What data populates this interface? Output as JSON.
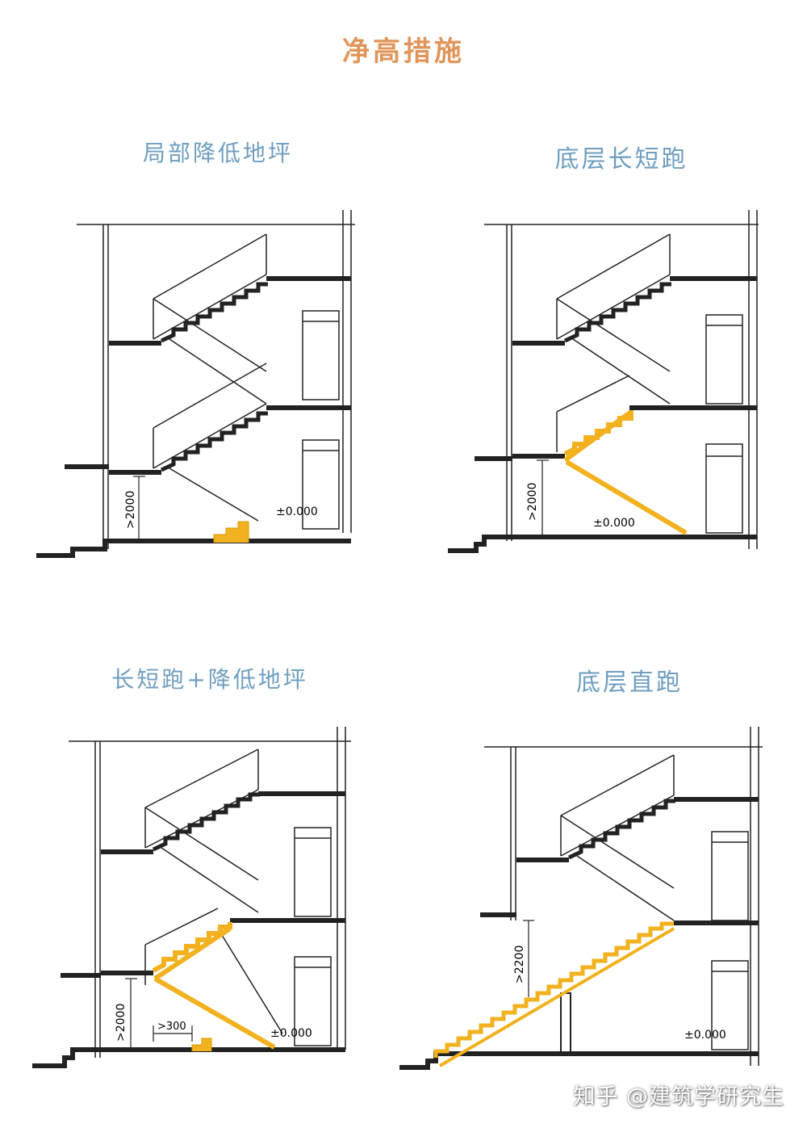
{
  "title": "净高措施",
  "panels": [
    {
      "title": "局部降低地坪",
      "height_label": ">2000",
      "level_label": "±0.000"
    },
    {
      "title": "底层长短跑",
      "height_label": ">2000",
      "level_label": "±0.000"
    },
    {
      "title": "长短跑+降低地坪",
      "height_label": ">2000",
      "level_label": "±0.000",
      "offset_label": ">300"
    },
    {
      "title": "底层直跑",
      "height_label": ">2200",
      "level_label": "±0.000"
    }
  ],
  "watermark": "知乎 @建筑学研究生",
  "colors": {
    "title": "#e0955a",
    "panel_title": "#6f9ec0",
    "highlight": "#f2b11e",
    "line": "#222222"
  }
}
